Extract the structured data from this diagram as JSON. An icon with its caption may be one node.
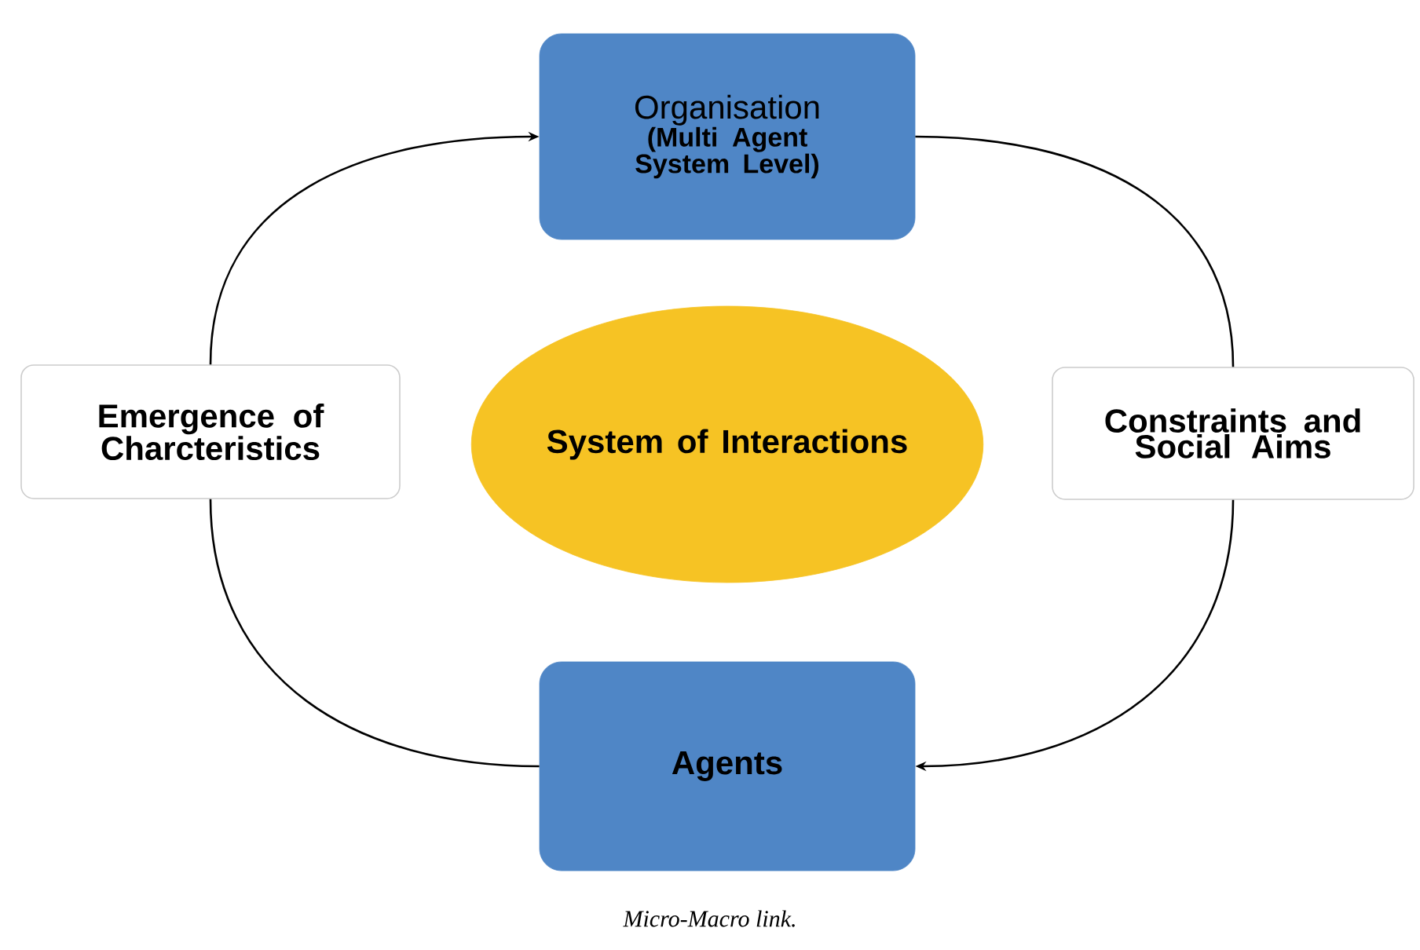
{
  "diagram": {
    "caption": "Micro-Macro link.",
    "nodes": [
      {
        "text": [
          "Organisation",
          "(Multi Agent System Level)"
        ]
      },
      {
        "text": [
          "Emergence of Charcteristics"
        ]
      },
      {
        "text": [
          "System of Interactions"
        ]
      },
      {
        "text": [
          "Constraints and Social Aims"
        ]
      },
      {
        "text": [
          "Agents"
        ]
      }
    ],
    "edges": [
      {
        "from": 4,
        "to": 1,
        "arrow": "none"
      },
      {
        "from": 1,
        "to": 0,
        "arrow": "to"
      },
      {
        "from": 0,
        "to": 3,
        "arrow": "none"
      },
      {
        "from": 3,
        "to": 4,
        "arrow": "to"
      }
    ]
  }
}
